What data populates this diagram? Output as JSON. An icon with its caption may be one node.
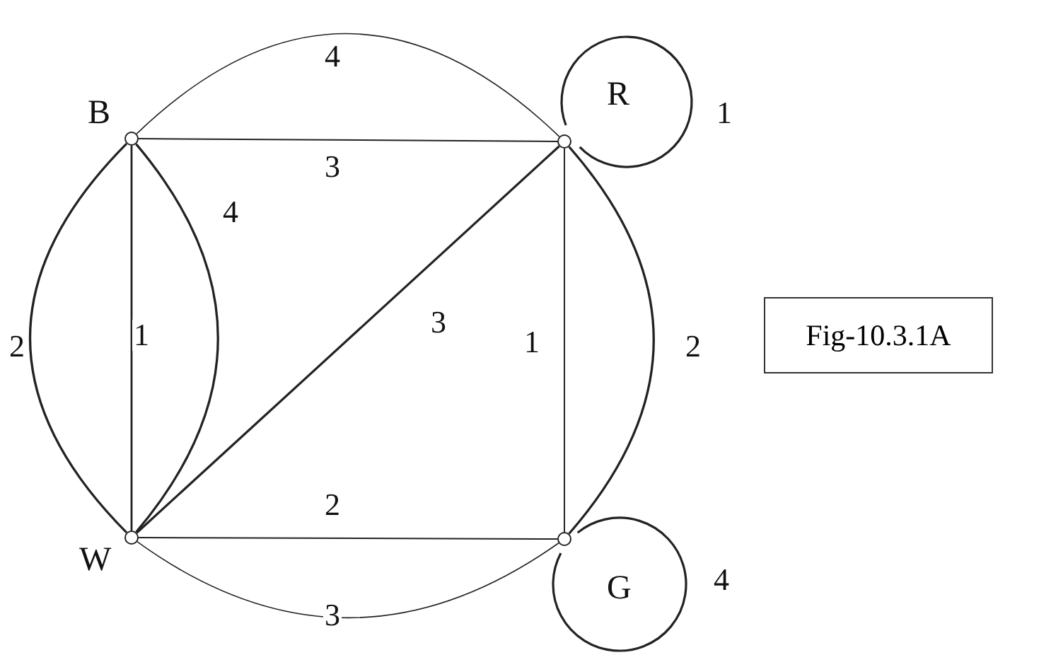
{
  "diagram": {
    "nodes": [
      {
        "text": [
          "B"
        ]
      },
      {
        "text": [
          "R"
        ]
      },
      {
        "text": [
          "W"
        ]
      },
      {
        "text": [
          "G"
        ]
      },
      {
        "text": [
          "Fig-10.3.1A"
        ]
      }
    ],
    "edges": [
      {
        "from": 0,
        "to": 1,
        "arrow": "none",
        "label": "4"
      },
      {
        "from": 0,
        "to": 1,
        "arrow": "none",
        "label": "3"
      },
      {
        "from": 0,
        "to": 2,
        "arrow": "none",
        "label": "2"
      },
      {
        "from": 0,
        "to": 2,
        "arrow": "none",
        "label": "1"
      },
      {
        "from": 0,
        "to": 2,
        "arrow": "none",
        "label": "4"
      },
      {
        "from": 2,
        "to": 1,
        "arrow": "none",
        "label": "3"
      },
      {
        "from": 1,
        "to": 3,
        "arrow": "none",
        "label": "1"
      },
      {
        "from": 1,
        "to": 3,
        "arrow": "none",
        "label": "2"
      },
      {
        "from": 2,
        "to": 3,
        "arrow": "none",
        "label": "2"
      },
      {
        "from": 2,
        "to": 3,
        "arrow": "none",
        "label": "3"
      },
      {
        "from": 1,
        "to": 1,
        "arrow": "none",
        "label": "1"
      },
      {
        "from": 3,
        "to": 3,
        "arrow": "none",
        "label": "4"
      }
    ]
  }
}
